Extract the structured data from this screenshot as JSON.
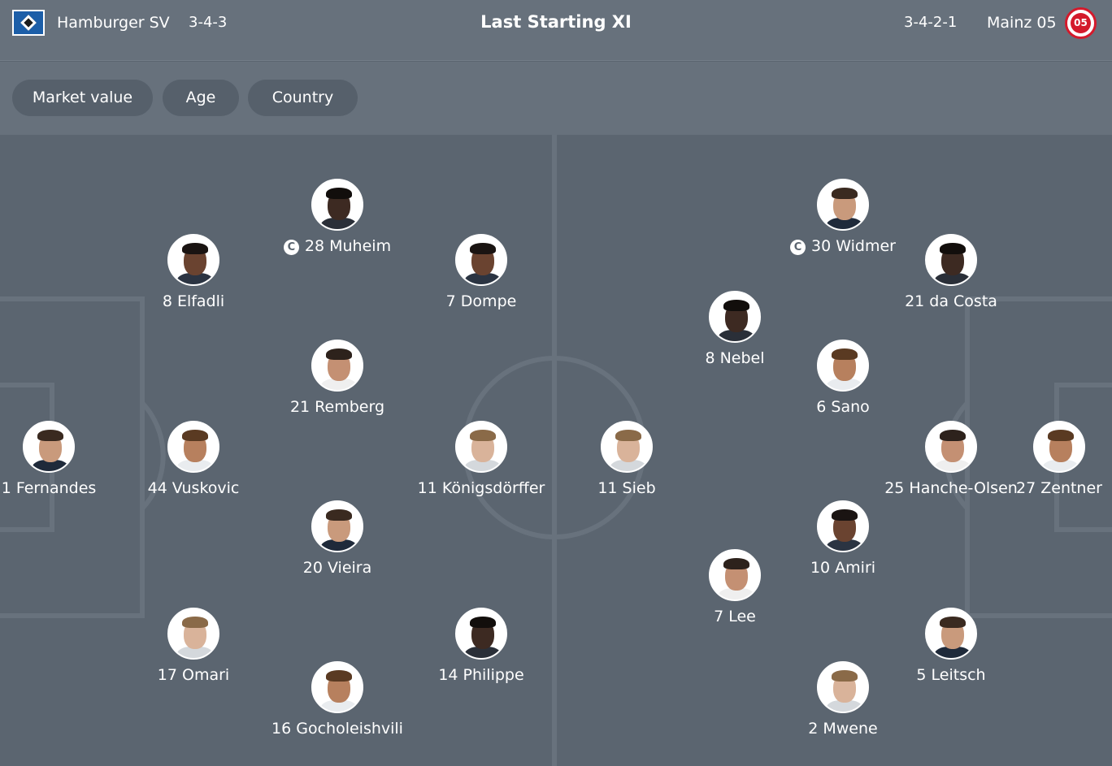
{
  "header": {
    "home_team": "Hamburger SV",
    "home_formation": "3-4-3",
    "title": "Last Starting XI",
    "away_formation": "3-4-2-1",
    "away_team": "Mainz 05",
    "away_logo_text": "05"
  },
  "filters": {
    "market_value": "Market value",
    "age": "Age",
    "country": "Country"
  },
  "captain_mark": "C",
  "home_players": [
    {
      "label": "1 Fernandes"
    },
    {
      "label": "44 Vuskovic"
    },
    {
      "label": "8 Elfadli"
    },
    {
      "label": "17 Omari"
    },
    {
      "label": "28 Muheim",
      "captain": true
    },
    {
      "label": "21 Remberg"
    },
    {
      "label": "20 Vieira"
    },
    {
      "label": "16 Gocholeishvili"
    },
    {
      "label": "7 Dompe"
    },
    {
      "label": "11 Königsdörffer"
    },
    {
      "label": "14 Philippe"
    }
  ],
  "away_players": [
    {
      "label": "11 Sieb"
    },
    {
      "label": "8 Nebel"
    },
    {
      "label": "7 Lee"
    },
    {
      "label": "30 Widmer",
      "captain": true
    },
    {
      "label": "6 Sano"
    },
    {
      "label": "10 Amiri"
    },
    {
      "label": "2 Mwene"
    },
    {
      "label": "21 da Costa"
    },
    {
      "label": "25 Hanche-Olsen"
    },
    {
      "label": "5 Leitsch"
    },
    {
      "label": "27 Zentner"
    }
  ]
}
